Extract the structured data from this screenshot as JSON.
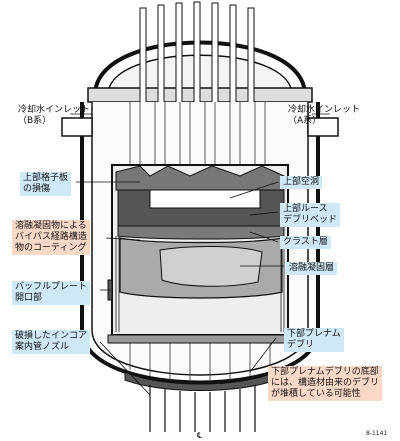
{
  "labels": {
    "inlet_b": "冷却水インレット\n（B系）",
    "inlet_a": "冷却水インレット\n（A系）",
    "upper_grid": "上部格子板\nの損傷",
    "upper_cavity": "上部空洞",
    "upper_loose_debris": "上部ルース\nデブリベッド",
    "bypass_coating": "溶融凝固物による\nバイパス経路構造\n物のコーティング",
    "crust_layer": "クラスト層",
    "molten_layer": "溶融凝固層",
    "baffle_opening": "バッフルプレート\n開口部",
    "damaged_nozzle": "破損したインコア\n案内管ノズル",
    "lower_plenum_debris": "下部プレナム\nデブリ",
    "lower_plenum_bottom": "下部プレナムデブリの底部\nには、構造材由来のデブリ\nが堆積している可能性",
    "centerline_mark": "℄",
    "figure_number": "8-1141"
  },
  "colors": {
    "blue_box": "#cfe8f7",
    "pink_box": "#f9d8c8",
    "line": "#111111",
    "debris_dark": "#555555",
    "molten_gray": "#aaaaaa",
    "crust": "#7a7a7a"
  }
}
